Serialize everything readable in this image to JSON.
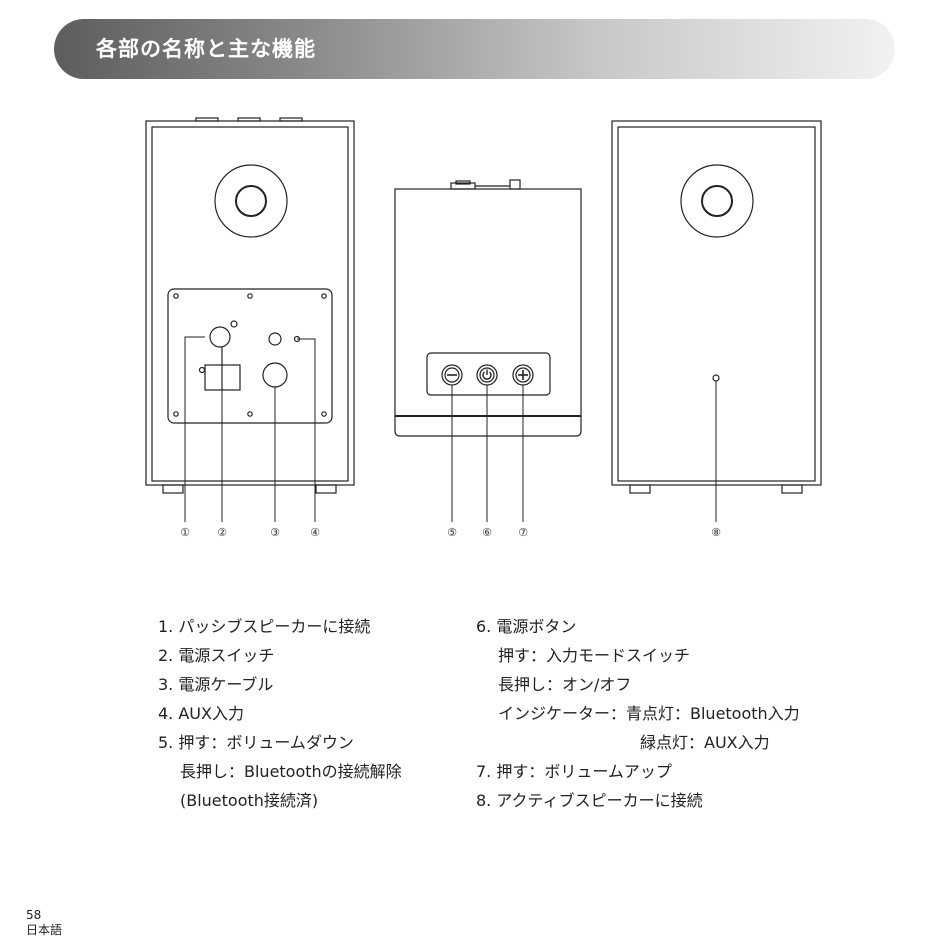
{
  "header": {
    "title": "各部の名称と主な機能"
  },
  "callouts": [
    "①",
    "②",
    "③",
    "④",
    "⑤",
    "⑥",
    "⑦",
    "⑧"
  ],
  "list_left": [
    "1. パッシブスピーカーに接続",
    "2. 電源スイッチ",
    "3. 電源ケーブル",
    "4. AUX入力",
    "5. 押す：ボリュームダウン",
    "長押し：Bluetoothの接続解除",
    "(Bluetooth接続済)"
  ],
  "list_right": [
    "6. 電源ボタン",
    "押す：入力モードスイッチ",
    "長押し：オン/オフ",
    "インジケーター：青点灯：Bluetooth入力",
    "緑点灯：AUX入力",
    "7. 押す：ボリュームアップ",
    "8. アクティブスピーカーに接続"
  ],
  "footer": {
    "page": "58",
    "language": "日本語"
  },
  "colors": {
    "line": "#222222",
    "banner_start": "#5d5d5d",
    "banner_end": "#f2f2f2"
  }
}
